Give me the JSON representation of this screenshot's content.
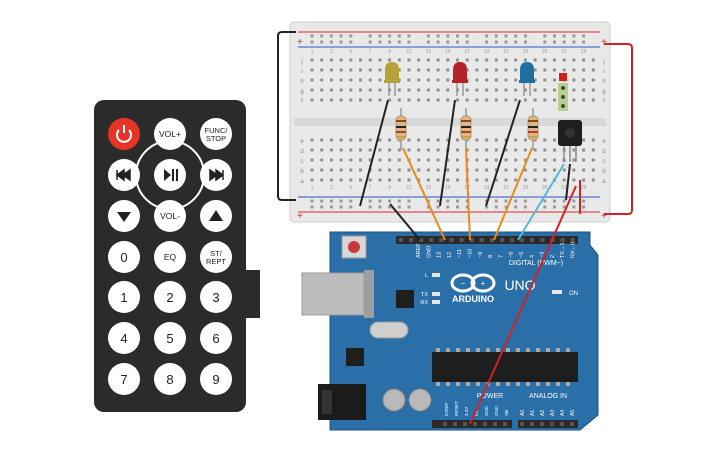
{
  "remote": {
    "buttons": [
      {
        "id": "power",
        "label": "",
        "kind": "power"
      },
      {
        "id": "vol-up",
        "label": "VOL+",
        "kind": "text"
      },
      {
        "id": "func-stop",
        "label": "FUNC/\nSTOP",
        "kind": "text"
      },
      {
        "id": "prev",
        "label": "",
        "kind": "prev"
      },
      {
        "id": "play-pause",
        "label": "",
        "kind": "playpause"
      },
      {
        "id": "next",
        "label": "",
        "kind": "next"
      },
      {
        "id": "down",
        "label": "",
        "kind": "down"
      },
      {
        "id": "vol-down",
        "label": "VOL-",
        "kind": "text"
      },
      {
        "id": "up",
        "label": "",
        "kind": "up"
      },
      {
        "id": "0",
        "label": "0",
        "kind": "num"
      },
      {
        "id": "eq",
        "label": "EQ",
        "kind": "text"
      },
      {
        "id": "st-rept",
        "label": "ST/\nREPT",
        "kind": "text"
      },
      {
        "id": "1",
        "label": "1",
        "kind": "num"
      },
      {
        "id": "2",
        "label": "2",
        "kind": "num"
      },
      {
        "id": "3",
        "label": "3",
        "kind": "num"
      },
      {
        "id": "4",
        "label": "4",
        "kind": "num"
      },
      {
        "id": "5",
        "label": "5",
        "kind": "num"
      },
      {
        "id": "6",
        "label": "6",
        "kind": "num"
      },
      {
        "id": "7",
        "label": "7",
        "kind": "num"
      },
      {
        "id": "8",
        "label": "8",
        "kind": "num"
      },
      {
        "id": "9",
        "label": "9",
        "kind": "num"
      }
    ],
    "colors": {
      "body": "#2b2b2b",
      "button": "#ffffff",
      "power": "#e63526",
      "text": "#222222"
    }
  },
  "breadboard": {
    "row_letters_top": [
      "j",
      "i",
      "h",
      "g",
      "f"
    ],
    "row_letters_bottom": [
      "e",
      "d",
      "c",
      "b",
      "a"
    ],
    "column_numbers": [
      "1",
      "3",
      "5",
      "7",
      "9",
      "11",
      "13",
      "15",
      "17",
      "19",
      "21",
      "23",
      "25",
      "27",
      "29"
    ],
    "colors": {
      "board": "#e8e8e8",
      "rail_red": "#d92b2b",
      "rail_blue": "#2b52c8"
    }
  },
  "leds": [
    {
      "name": "yellow-led",
      "color": "#b5a33a"
    },
    {
      "name": "red-led",
      "color": "#b3222d"
    },
    {
      "name": "blue-led",
      "color": "#1f6fa0"
    }
  ],
  "arduino": {
    "brand": "ARDUINO",
    "model": "UNO",
    "on_label": "ON",
    "pin_labels_digital": [
      "AREF",
      "GND",
      "13",
      "12",
      "~11",
      "~10",
      "~9",
      "8",
      "7",
      "~6",
      "~5",
      "4",
      "~3",
      "2",
      "TX→1",
      "RX←0"
    ],
    "digital_header_label": "DIGITAL (PWM~)",
    "power_header_label": "POWER",
    "power_pins": [
      "IOREF",
      "RESET",
      "3.3V",
      "5V",
      "GND",
      "GND",
      "Vin"
    ],
    "analog_header_label": "ANALOG IN",
    "analog_pins": [
      "A0",
      "A1",
      "A2",
      "A3",
      "A4",
      "A5"
    ],
    "led_labels": [
      "L",
      "TX",
      "RX"
    ],
    "colors": {
      "board": "#2a6fa8",
      "header": "#2a2a2a",
      "chip": "#1e1e1e"
    }
  },
  "wires": {
    "colors": {
      "black": "#222222",
      "orange": "#e8891a",
      "red": "#d32222",
      "cyan": "#54b8d8"
    }
  }
}
